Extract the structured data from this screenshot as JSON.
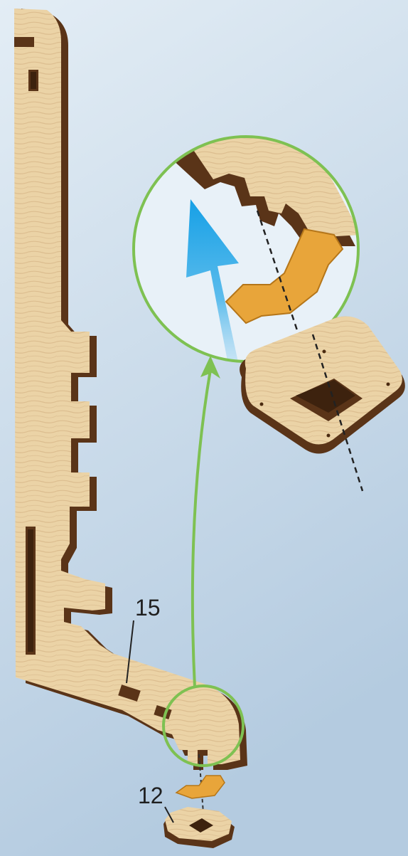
{
  "colors": {
    "background_top": "#dde8f2",
    "background_bottom": "#b8cfe2",
    "wood_face": "#ecd4a8",
    "wood_grain": "#d9b989",
    "wood_edge": "#5a3418",
    "wood_edge_light": "#8a5a30",
    "connector": "#e8a53a",
    "connector_edge": "#b57619",
    "highlight_circle": "#7ec152",
    "arrow_blue": "#1fa4e6"
  },
  "labels": {
    "part_15": "15",
    "part_12": "12"
  },
  "icons": {
    "assembly_arrow": "arrow-up-icon",
    "zoom_callout": "magnifier-circle"
  }
}
